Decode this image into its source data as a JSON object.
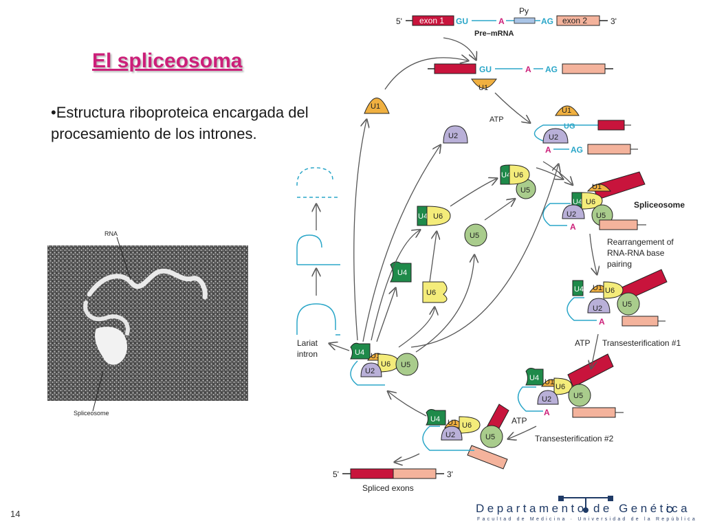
{
  "title": "El spliceosoma",
  "bullet": "•Estructura riboproteica encargada del procesamiento de los intrones.",
  "micrograph": {
    "label_rna": "RNA",
    "label_spliceosome": "Spliceosome"
  },
  "diagram": {
    "five_prime": "5'",
    "three_prime": "3'",
    "exon1": "exon 1",
    "exon2": "exon 2",
    "gu": "GU",
    "ug": "UG",
    "a": "A",
    "ag": "AG",
    "py": "Py",
    "pre_mrna": "Pre–mRNA",
    "atp": "ATP",
    "spliceosome": "Spliceosome",
    "rearrangement": [
      "Rearrangement of",
      "RNA-RNA base",
      "pairing"
    ],
    "transesterification1": "Transesterification #1",
    "transesterification2": "Transesterification #2",
    "lariat": [
      "Lariat",
      "intron"
    ],
    "spliced_exons": "Spliced exons",
    "snrnp": {
      "u1": "U1",
      "u2": "U2",
      "u4": "U4",
      "u5": "U5",
      "u6": "U6"
    }
  },
  "footer": {
    "page_number": "14",
    "department": "Departamento de Genética",
    "subtitle": "Facultad de Medicina · Universidad de la República"
  },
  "colors": {
    "title": "#cc1f79",
    "exon1": "#c8143c",
    "exon2": "#f4b39c",
    "rna_line": "#2aa6c8",
    "u1": "#f0b040",
    "u2": "#b9b0d8",
    "u4": "#1f8a4a",
    "u5": "#a9cc8c",
    "u6": "#f4ec7a",
    "py": "#a9c4e6"
  }
}
